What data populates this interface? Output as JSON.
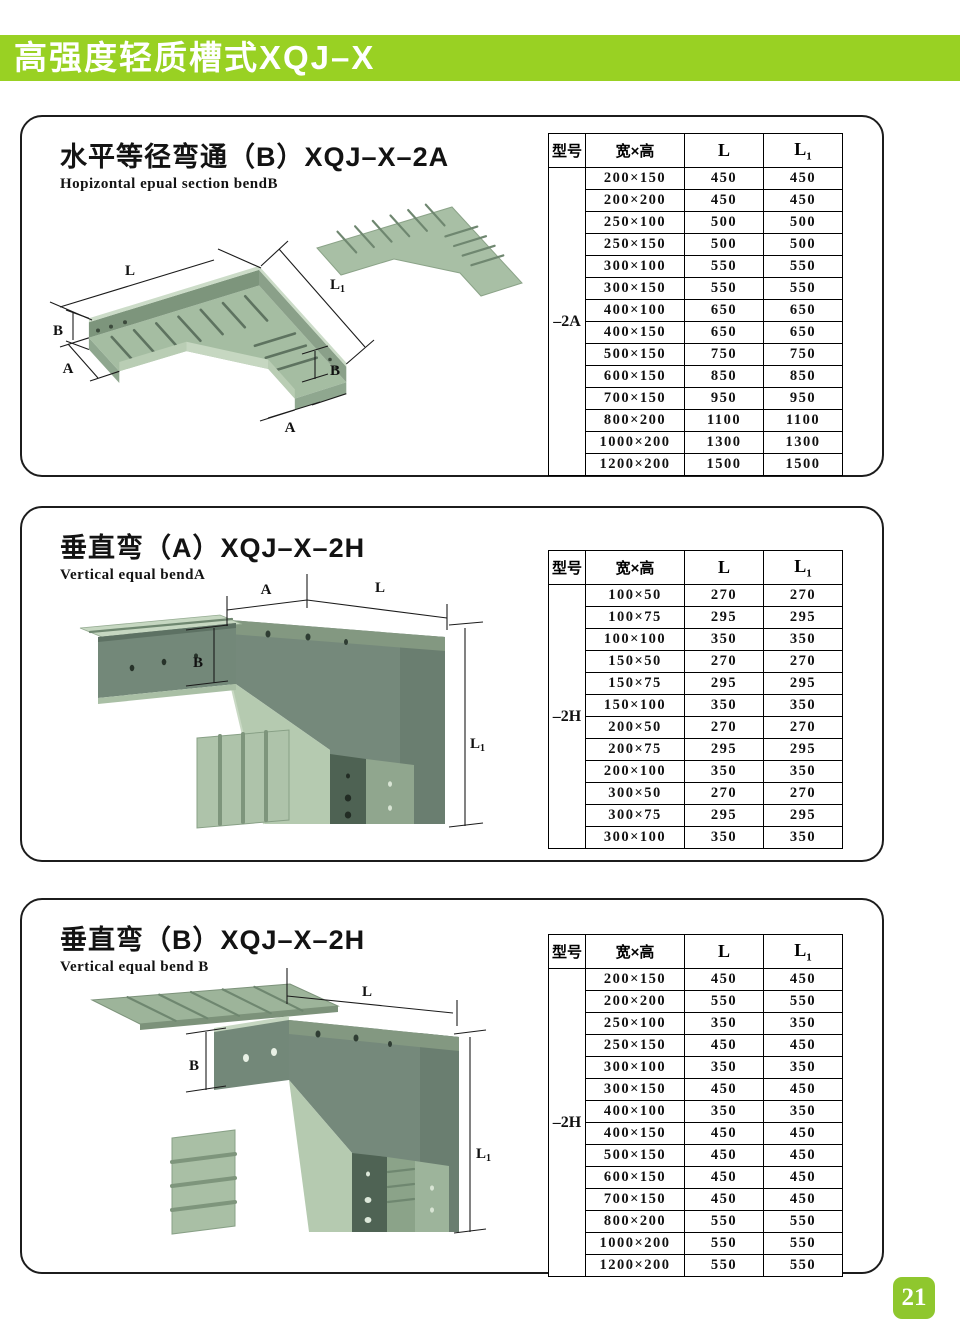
{
  "banner": {
    "title": "高强度轻质槽式XQJ–X"
  },
  "page_number": "21",
  "colors": {
    "banner_green": "#99d123",
    "badge_green": "#8fc72e",
    "tray_light": "#c6d7c1",
    "tray_mid": "#a9bfa5",
    "tray_dark": "#75897b"
  },
  "table": {
    "headers": {
      "model": "型号",
      "size": "宽×高",
      "L": "L",
      "L1_main": "L",
      "L1_sub": "1"
    }
  },
  "dims": {
    "L": "L",
    "A": "A",
    "B": "B",
    "L1_main": "L",
    "L1_sub": "1"
  },
  "sections": [
    {
      "title_zh": "水平等径弯通（B）XQJ–X–2A",
      "title_en": "Hopizontal epual section bendB",
      "model": "–2A",
      "rows": [
        [
          "200×150",
          "450",
          "450"
        ],
        [
          "200×200",
          "450",
          "450"
        ],
        [
          "250×100",
          "500",
          "500"
        ],
        [
          "250×150",
          "500",
          "500"
        ],
        [
          "300×100",
          "550",
          "550"
        ],
        [
          "300×150",
          "550",
          "550"
        ],
        [
          "400×100",
          "650",
          "650"
        ],
        [
          "400×150",
          "650",
          "650"
        ],
        [
          "500×150",
          "750",
          "750"
        ],
        [
          "600×150",
          "850",
          "850"
        ],
        [
          "700×150",
          "950",
          "950"
        ],
        [
          "800×200",
          "1100",
          "1100"
        ],
        [
          "1000×200",
          "1300",
          "1300"
        ],
        [
          "1200×200",
          "1500",
          "1500"
        ]
      ]
    },
    {
      "title_zh": "垂直弯（A）XQJ–X–2H",
      "title_en": "Vertical equal bendA",
      "model": "–2H",
      "rows": [
        [
          "100×50",
          "270",
          "270"
        ],
        [
          "100×75",
          "295",
          "295"
        ],
        [
          "100×100",
          "350",
          "350"
        ],
        [
          "150×50",
          "270",
          "270"
        ],
        [
          "150×75",
          "295",
          "295"
        ],
        [
          "150×100",
          "350",
          "350"
        ],
        [
          "200×50",
          "270",
          "270"
        ],
        [
          "200×75",
          "295",
          "295"
        ],
        [
          "200×100",
          "350",
          "350"
        ],
        [
          "300×50",
          "270",
          "270"
        ],
        [
          "300×75",
          "295",
          "295"
        ],
        [
          "300×100",
          "350",
          "350"
        ]
      ]
    },
    {
      "title_zh": "垂直弯（B）XQJ–X–2H",
      "title_en": "Vertical equal bend B",
      "model": "–2H",
      "rows": [
        [
          "200×150",
          "450",
          "450"
        ],
        [
          "200×200",
          "550",
          "550"
        ],
        [
          "250×100",
          "350",
          "350"
        ],
        [
          "250×150",
          "450",
          "450"
        ],
        [
          "300×100",
          "350",
          "350"
        ],
        [
          "300×150",
          "450",
          "450"
        ],
        [
          "400×100",
          "350",
          "350"
        ],
        [
          "400×150",
          "450",
          "450"
        ],
        [
          "500×150",
          "450",
          "450"
        ],
        [
          "600×150",
          "450",
          "450"
        ],
        [
          "700×150",
          "450",
          "450"
        ],
        [
          "800×200",
          "550",
          "550"
        ],
        [
          "1000×200",
          "550",
          "550"
        ],
        [
          "1200×200",
          "550",
          "550"
        ]
      ]
    }
  ]
}
